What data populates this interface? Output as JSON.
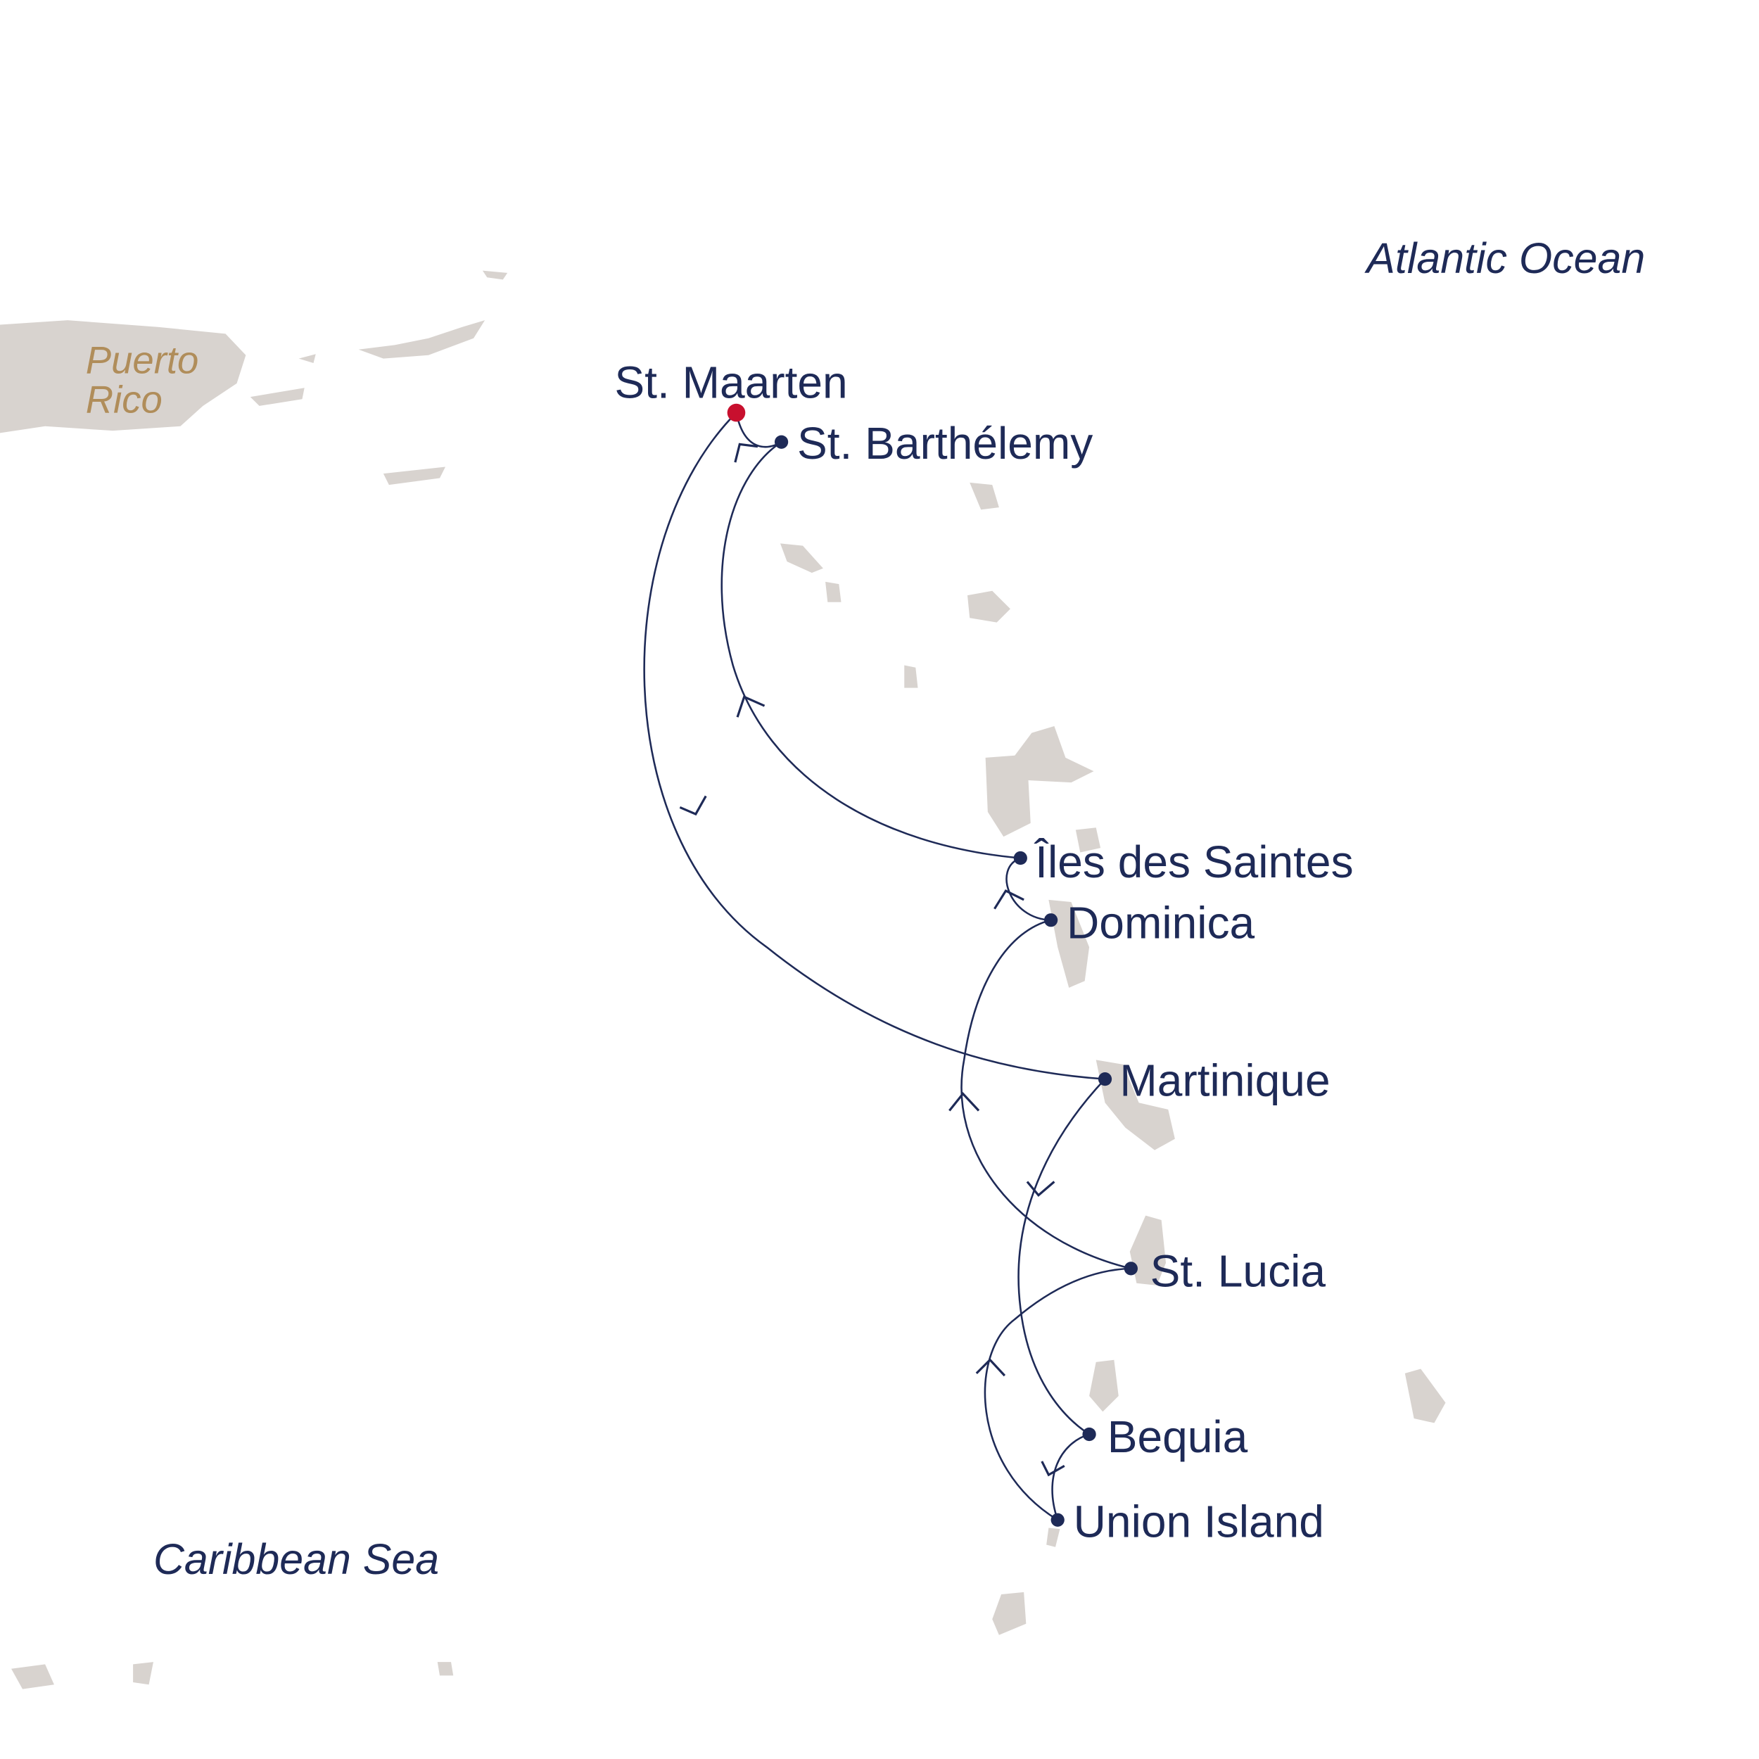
{
  "colors": {
    "route": "#1e2a57",
    "land": "#d8d3cf",
    "start_port": "#c8102e",
    "country_label": "#b08d5a"
  },
  "water_labels": {
    "atlantic": "Atlantic Ocean",
    "caribbean": "Caribbean Sea"
  },
  "country_labels": {
    "puerto_rico_line1": "Puerto",
    "puerto_rico_line2": "Rico"
  },
  "ports": {
    "st_maarten": "St. Maarten",
    "st_barthelemy": "St. Barthélemy",
    "iles_des_saintes": "Îles des Saintes",
    "dominica": "Dominica",
    "martinique": "Martinique",
    "st_lucia": "St. Lucia",
    "bequia": "Bequia",
    "union_island": "Union Island"
  }
}
